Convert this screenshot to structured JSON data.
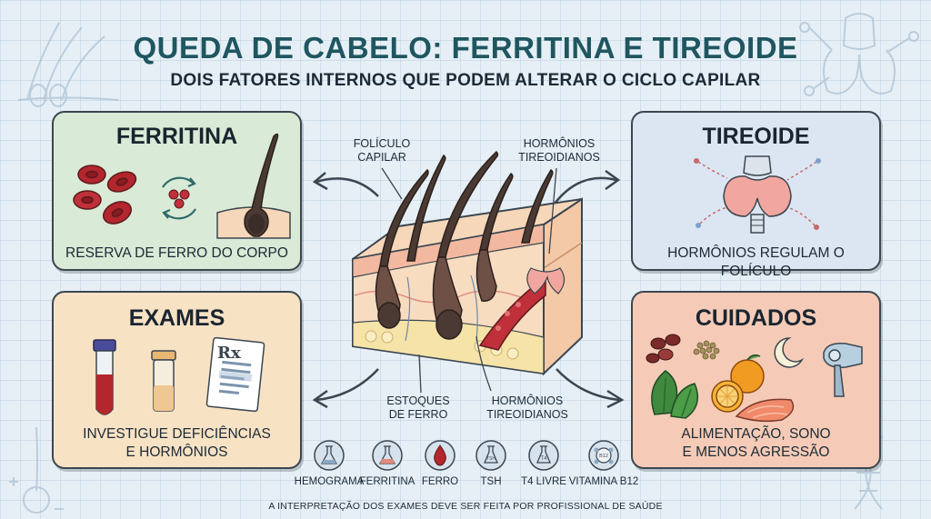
{
  "header": {
    "title": "QUEDA DE CABELO: FERRITINA E TIREOIDE",
    "subtitle": "DOIS FATORES INTERNOS QUE PODEM ALTERAR O CICLO CAPILAR"
  },
  "cards": {
    "ferritina": {
      "title": "FERRITINA",
      "text": "RESERVA DE FERRO DO CORPO"
    },
    "tireoide": {
      "title": "TIREOIDE",
      "text": "HORMÔNIOS REGULAM O FOLÍCULO"
    },
    "exames": {
      "title": "EXAMES",
      "line1": "INVESTIGUE DEFICIÊNCIAS",
      "line2": "E HORMÔNIOS"
    },
    "cuidados": {
      "title": "CUIDADOS",
      "line1": "ALIMENTAÇÃO, SONO",
      "line2": "E MENOS AGRESSÃO"
    }
  },
  "diagram_labels": {
    "foliculo_1": "FOLÍCULO",
    "foliculo_2": "CAPILAR",
    "hormonios_top_1": "HORMÔNIOS",
    "hormonios_top_2": "TIREOIDIANOS",
    "estoques_1": "ESTOQUES",
    "estoques_2": "DE FERRO",
    "hormonios_bottom_1": "HORMÔNIOS",
    "hormonios_bottom_2": "TIREOIDIANOS"
  },
  "exams": [
    {
      "label": "HEMOGRAMA",
      "icon": "flask-icon"
    },
    {
      "label": "FERRITINA",
      "icon": "flask-icon"
    },
    {
      "label": "FERRO",
      "icon": "blood-drop-icon"
    },
    {
      "label": "TSH",
      "icon": "tsh-vial-icon",
      "badge": "TSH"
    },
    {
      "label": "T4 LIVRE",
      "icon": "t4-flask-icon",
      "badge": "T4"
    },
    {
      "label": "VITAMINA B12",
      "icon": "b12-icon",
      "badge": "B12"
    }
  ],
  "icons": {
    "rx_label": "Rx"
  },
  "footer": {
    "disclaimer": "A INTERPRETAÇÃO DOS EXAMES DEVE SER FEITA POR PROFISSIONAL DE SAÚDE"
  },
  "colors": {
    "title": "#1f5660",
    "ferritina_bg": "#d9ead6",
    "tireoide_bg": "#dbe6f2",
    "exames_bg": "#f7e2c4",
    "cuidados_bg": "#f5cbb7",
    "blood_red": "#b3262d"
  }
}
